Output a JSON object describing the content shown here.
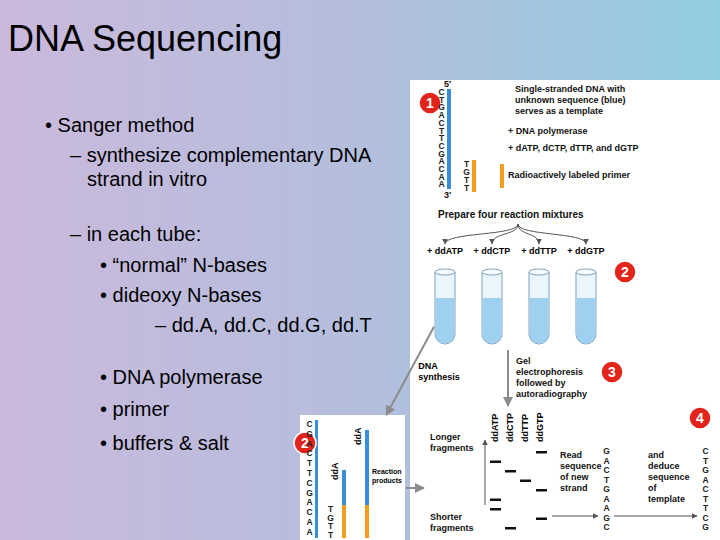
{
  "diagram": {
    "title": "DNA Sequencing",
    "nodes": [
      {
        "text": [
          "+ ddATP"
        ]
      },
      {
        "text": [
          "+ ddCTP"
        ]
      },
      {
        "text": [
          "+ ddTTP"
        ]
      },
      {
        "text": [
          "+ ddGTP"
        ]
      },
      {
        "text": [
          "Reaction products"
        ]
      }
    ],
    "edges": [
      {
        "from": 0,
        "to": 4,
        "label": "DNA synthesis",
        "arrow": "to"
      }
    ],
    "labels": [
      "• Sanger method",
      "– synthesize complementary DNA strand in vitro",
      "– in each tube:",
      "• “normal” N-bases",
      "• dideoxy N-bases",
      "– dd.A, dd.C, dd.G, dd.T",
      "• DNA polymerase",
      "• primer",
      "• buffers & salt",
      "2",
      "1",
      "5′",
      "C T G A C T T C G A C A A",
      "3′",
      "Single-stranded DNA with unknown sequence (blue) serves as a template",
      "+ DNA polymerase",
      "+ dATP, dCTP, dTTP, and dGTP",
      "T G T T",
      "Radioactively labeled primer",
      "Prepare four reaction mixtures",
      "2",
      "Gel electrophoresis followed by autoradiography",
      "3",
      "4",
      "ddATP",
      "ddCTP",
      "ddTTP",
      "ddGTP",
      "Longer fragments",
      "Shorter fragments",
      "Read sequence of new strand",
      "G A C T G A A G C",
      "and deduce sequence of template",
      "C T G A C T T C G",
      "C G A C T T C G A C A A",
      "ddA",
      "ddA",
      "T G T T"
    ]
  }
}
